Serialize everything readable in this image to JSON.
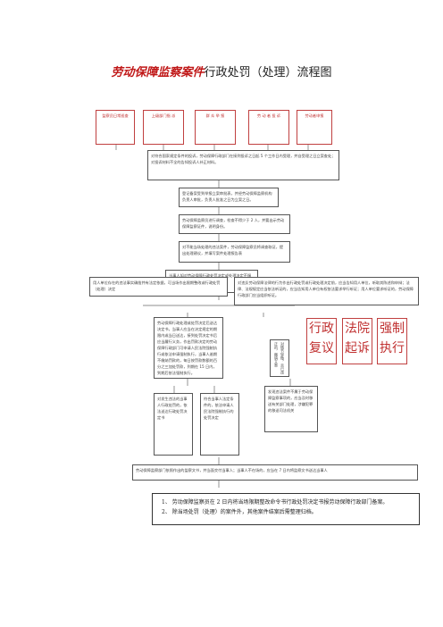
{
  "title": {
    "highlight": "劳动保障监察案件",
    "rest": "行政处罚（处理）流程图"
  },
  "sources": [
    "监察员日常巡查",
    "上级部门指 派",
    "群 众 举 报",
    "劳 动 者 投 诉",
    "劳动者申报"
  ],
  "steps": {
    "s1": "对符合国家规定条件的投诉，劳动保障行政部门在接到投诉之日起 5 个工作日内受理，并自受理之日立案查处；对投诉材料不全的告知投诉人补正材料。",
    "s2": "登记备案受到举报立案审批表，并经劳动保障监察机构负责人审批，负责人批准之日为立案之日。",
    "s3": "劳动保障监察员进行调查，检查不得少于 2 人，并要出示劳动保障监察证件，说明身份。",
    "s4": "对不能当场处理的违法案件，劳动保障监察员将调查取证，提出处理建议，并填写案件处理报告表",
    "s5": "当事人如对劳动保障行政处罚决定或处理决定不服或者有其他相关异议的",
    "left": "用人单位存在的违法事实确凿并有法定依据，可当场作出限期整改或行政处罚（处理）决定",
    "right": "对违反劳动保障法律的行为作出行政处罚或行政处理决定前，应当告知用人单位，听取其陈述和申辩；法律、法规规定应当依法听证的，应当告知用人单位有权依法要求举行听证；用人单位要求听证的，劳动保障行政部门应当组织听证。",
    "decide": "劳动保障行政处理或处罚决定后送达决定书，当事人应当在决定规定的期限内或当日送达，接到处罚决定书后应当履行义务，作出罚款决定的劳动保障行政部门可申请人民法院强制执行或依法申请强制执行，当事人逾期不缴纳罚款的，每日按罚款数额的百分之三加处罚款，到期在 15 日内，到期后依法强制执行。",
    "narrow": "对情节轻微，且已改正的，撤销立案"
  },
  "options": [
    "行政复议",
    "法院起诉",
    "强制执行"
  ],
  "sub": {
    "a": "对发生违法的当事人行政处罚的，依法送达行政处罚决定书",
    "b": "符合当事人法定条件的，依法申请人民法院强制执行的处罚决定",
    "c": "发现违法案件不属于劳动保障监察事项的，应当及时移送有关部门处理，涉嫌犯罪的移送司法机关"
  },
  "bottom": "劳动保障监察部门依照作出的监察文书，并当面交付当事人；当事人不在场的，应当在 7 日内将监察文书送达当事人",
  "notes": [
    "1、 劳动保障监察员在 2 日内将当场限期整改命令书行政处罚决定书报劳动保障行政部门备案。",
    "2、 除当场处罚（处理）的案件外，其他案件结案后需整理归档。"
  ]
}
